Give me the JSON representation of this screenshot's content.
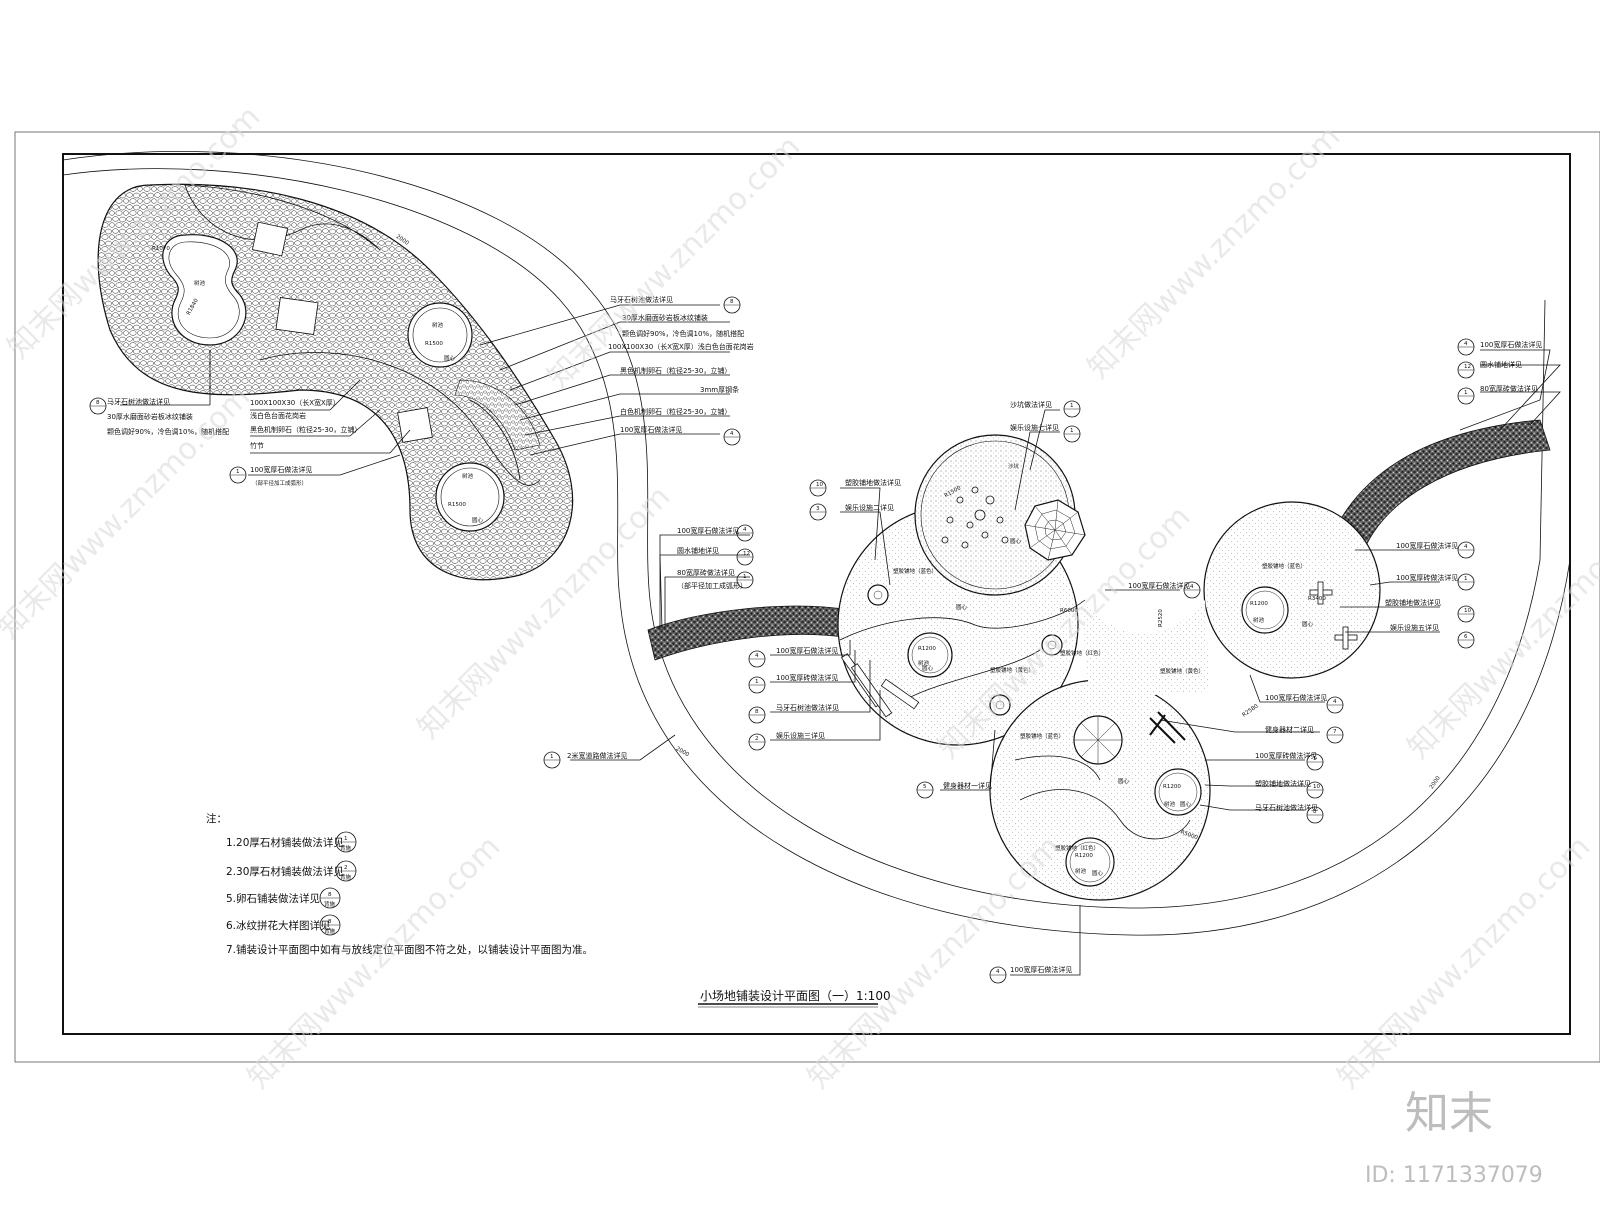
{
  "drawing_title": "小场地铺装设计平面图（一）1:100",
  "notes": {
    "heading": "注：",
    "items": [
      {
        "text": "1.20厚石材铺装做法详见",
        "ref_top": "1",
        "ref_bottom": "背施"
      },
      {
        "text": "2.30厚石材铺装做法详见",
        "ref_top": "2",
        "ref_bottom": "背施"
      },
      {
        "text": "5.卵石铺装做法详见",
        "ref_top": "8",
        "ref_bottom": "背施"
      },
      {
        "text": "6.冰纹拼花大样图详见",
        "ref_top": "8",
        "ref_bottom": "背施"
      },
      {
        "text": "7.铺装设计平面图中如有与放线定位平面图不符之处，以铺装设计平面图为准。"
      }
    ]
  },
  "left_area": {
    "tree_pools": [
      "树池",
      "树池",
      "树池"
    ],
    "radii": [
      "R1070",
      "R1840",
      "R1500",
      "R1500"
    ],
    "center": "圆心",
    "callouts_right": [
      {
        "text": "马牙石树池做法详见",
        "ref": "8"
      },
      {
        "text": "30厚水磨面砂岩板冰纹铺装",
        "ref": ""
      },
      {
        "text": "颗色调好90%，冷色调10%，随机搭配",
        "ref": ""
      },
      {
        "text": "100X100X30（长X宽X厚）浅白色台面花岗岩",
        "ref": ""
      },
      {
        "text": "黑色机制卵石（粒径25-30，立铺）",
        "ref": ""
      },
      {
        "text": "3mm厚钢条",
        "ref": ""
      },
      {
        "text": "白色机制卵石（粒径25-30，立铺）",
        "ref": ""
      },
      {
        "text": "100宽厚石做法详见",
        "ref": "4"
      }
    ],
    "callouts_left": [
      {
        "text": "马牙石树池做法详见",
        "ref": "8"
      },
      {
        "text": "30厚水磨面砂岩板冰纹铺装",
        "ref": ""
      },
      {
        "text": "颗色调好90%，冷色调10%，随机搭配",
        "ref": ""
      },
      {
        "text": "100X100X30（长X宽X厚）",
        "ref": ""
      },
      {
        "text": "浅白色台面花岗岩",
        "ref": ""
      },
      {
        "text": "黑色机制卵石（粒径25-30，立铺）",
        "ref": ""
      },
      {
        "text": "竹节",
        "ref": ""
      },
      {
        "text": "100宽厚石做法详见",
        "ref": "1"
      },
      {
        "text": "（部平径加工成弧形）",
        "ref": ""
      }
    ],
    "dim": "2000"
  },
  "right_area": {
    "sandpit": "沙坑",
    "radii": [
      "R1500",
      "R6000",
      "R2520",
      "R3400",
      "R1200",
      "R1200",
      "R1200",
      "R1200",
      "R2580",
      "R5000"
    ],
    "surface_labels": [
      "塑胶铺地（蓝色）",
      "塑胶铺地（黄色）",
      "塑胶铺地（红色）",
      "塑胶铺地（黄色）",
      "塑胶铺地（蓝色）",
      "塑胶铺地（蓝色）",
      "塑胶铺地（红色）"
    ],
    "tree_pool": "树池",
    "center": "圆心",
    "callouts": [
      {
        "text": "沙坑做法详见",
        "ref": "1"
      },
      {
        "text": "娱乐设施七详见",
        "ref": "1"
      },
      {
        "text": "塑胶铺地做法详见",
        "ref": "10"
      },
      {
        "text": "娱乐设施二详见",
        "ref": "3"
      },
      {
        "text": "100宽厚石做法详见",
        "ref": "4"
      },
      {
        "text": "圆水铺地详见",
        "ref": "12"
      },
      {
        "text": "80宽厚砖做法详见",
        "ref": "1"
      },
      {
        "text": "（部平径加工成弧形）",
        "ref": ""
      },
      {
        "text": "100宽厚石做法详见",
        "ref": "4"
      },
      {
        "text": "100宽厚砖做法详见",
        "ref": "1"
      },
      {
        "text": "马牙石树池做法详见",
        "ref": "8"
      },
      {
        "text": "娱乐设施三详见",
        "ref": "2"
      },
      {
        "text": "2米宽道路做法详见",
        "ref": "1"
      },
      {
        "text": "健身器材一详见",
        "ref": "5"
      },
      {
        "text": "100宽厚石做法详见",
        "ref": "4"
      },
      {
        "text": "100宽厚石做法详见",
        "ref": "4"
      },
      {
        "text": "100宽厚砖做法详见",
        "ref": "1"
      },
      {
        "text": "塑胶铺地做法详见",
        "ref": "10"
      },
      {
        "text": "娱乐设施五详见",
        "ref": "6"
      },
      {
        "text": "100宽厚石做法详见",
        "ref": "4"
      },
      {
        "text": "健身器材二详见",
        "ref": "7"
      },
      {
        "text": "100宽厚砖做法详见",
        "ref": "1"
      },
      {
        "text": "塑胶铺地做法详见",
        "ref": "10"
      },
      {
        "text": "马牙石树池做法详见",
        "ref": "8"
      },
      {
        "text": "100宽厚石做法详见",
        "ref": "4"
      },
      {
        "text": "圆水铺地详见",
        "ref": "12"
      },
      {
        "text": "80宽厚砖做法详见",
        "ref": "1"
      },
      {
        "text": "100宽厚石做法详见",
        "ref": "4"
      }
    ],
    "dims": [
      "2000",
      "2000"
    ]
  },
  "watermark": {
    "text": "知末网www.znzmo.com",
    "brand": "知末",
    "id": "ID: 1171337079"
  }
}
